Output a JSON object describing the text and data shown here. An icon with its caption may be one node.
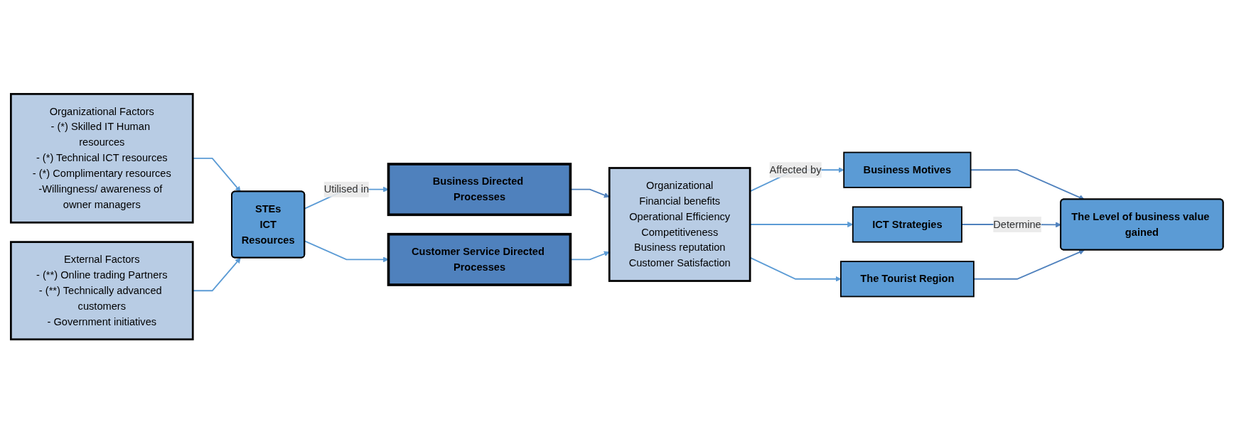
{
  "diagram": {
    "nodes": [
      {
        "text": [
          "Organizational Factors",
          "- (*) Skilled IT Human resources",
          "- (*) Technical ICT resources",
          "- (*) Complimentary resources",
          "-Willingness/ awareness of owner managers"
        ]
      },
      {
        "text": [
          "External Factors",
          "- (**) Online trading Partners",
          "- (**) Technically advanced customers",
          "- Government initiatives"
        ]
      },
      {
        "text": [
          "STEs",
          "ICT",
          "Resources"
        ]
      },
      {
        "text": [
          "Business Directed Processes"
        ]
      },
      {
        "text": [
          "Customer Service Directed Processes"
        ]
      },
      {
        "text": [
          "Organizational",
          "Financial benefits",
          "Operational Efficiency",
          "Competitiveness",
          "Business reputation",
          "Customer Satisfaction"
        ]
      },
      {
        "text": [
          "Business Motives"
        ]
      },
      {
        "text": [
          "ICT Strategies"
        ]
      },
      {
        "text": [
          "The Tourist Region"
        ]
      },
      {
        "text": [
          "The Level of business value gained"
        ]
      }
    ],
    "edges": [
      {
        "from": 0,
        "to": 2,
        "arrow": "to"
      },
      {
        "from": 1,
        "to": 2,
        "arrow": "to"
      },
      {
        "from": 2,
        "to": 3,
        "arrow": "to",
        "label": "Utilised in"
      },
      {
        "from": 2,
        "to": 4,
        "arrow": "to"
      },
      {
        "from": 3,
        "to": 5,
        "arrow": "to",
        "color": "#4f81bd"
      },
      {
        "from": 4,
        "to": 5,
        "arrow": "to"
      },
      {
        "from": 5,
        "to": 6,
        "arrow": "to",
        "label": "Affected by"
      },
      {
        "from": 5,
        "to": 7,
        "arrow": "to"
      },
      {
        "from": 5,
        "to": 8,
        "arrow": "to"
      },
      {
        "from": 6,
        "to": 9,
        "arrow": "to",
        "color": "#4f81bd"
      },
      {
        "from": 7,
        "to": 9,
        "arrow": "to",
        "label": "Determine",
        "color": "#4f81bd"
      },
      {
        "from": 8,
        "to": 9,
        "arrow": "to",
        "color": "#4f81bd"
      }
    ]
  }
}
